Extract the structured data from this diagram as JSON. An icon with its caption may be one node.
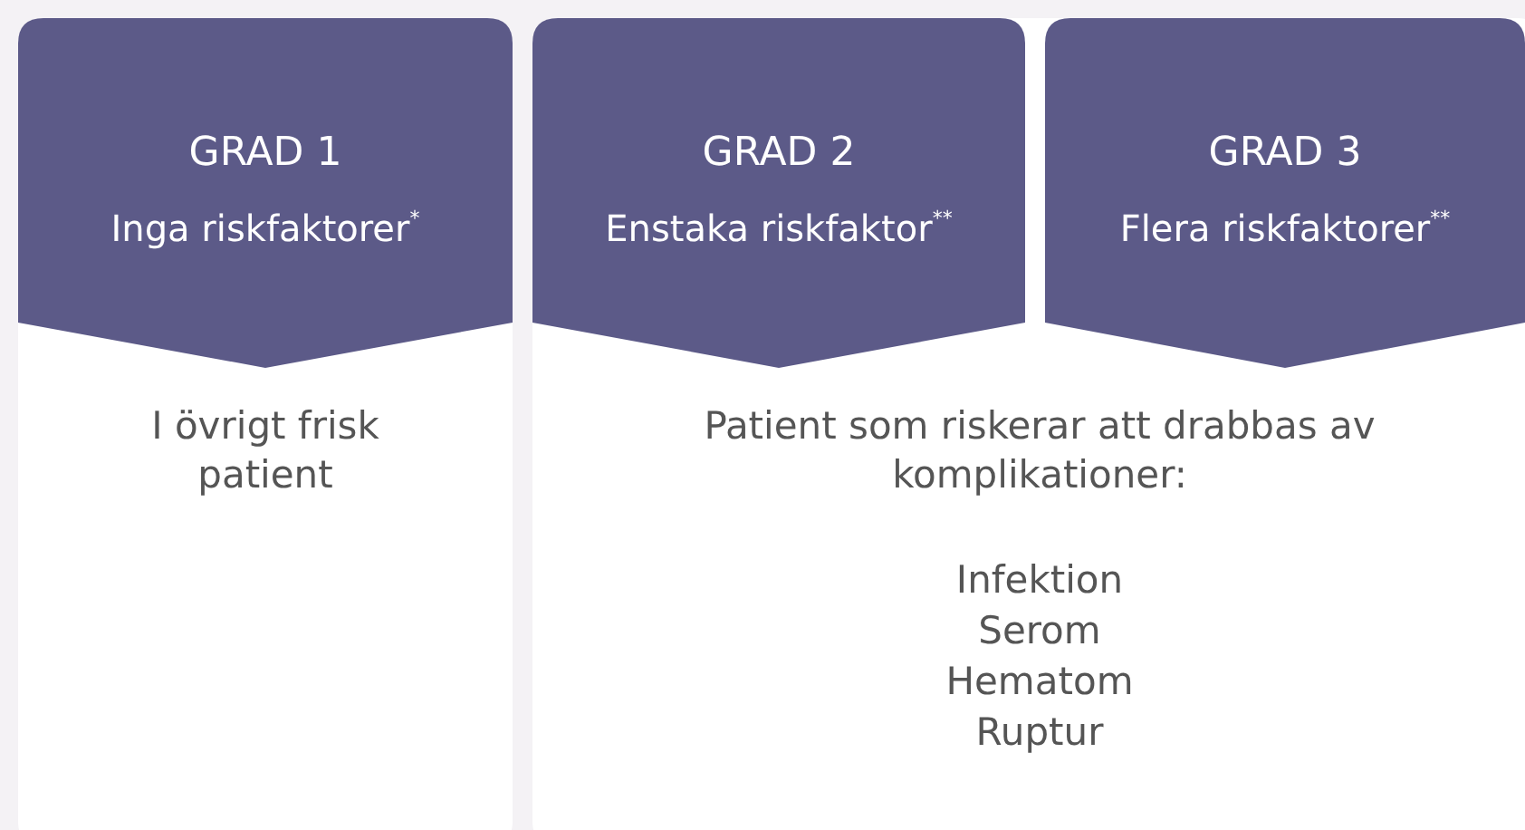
{
  "diagram": {
    "nodes": [
      {
        "text": [
          "I övrigt frisk patient"
        ]
      },
      {
        "text": [
          "GRAD 1",
          "Inga riskfaktorer$^{*}$"
        ],
        "in": 0
      },
      {
        "text": [
          "Patient som riskerar att drabbas av komplikationer:",
          "Infektion",
          "Serom",
          "Hematom",
          "Ruptur"
        ]
      },
      {
        "text": [
          "GRAD 2",
          "Enstaka riskfaktor$^{**}$"
        ],
        "in": 2
      },
      {
        "text": [
          "GRAD 3",
          "Flera riskfaktorer$^{**}$"
        ],
        "in": 2
      }
    ]
  }
}
